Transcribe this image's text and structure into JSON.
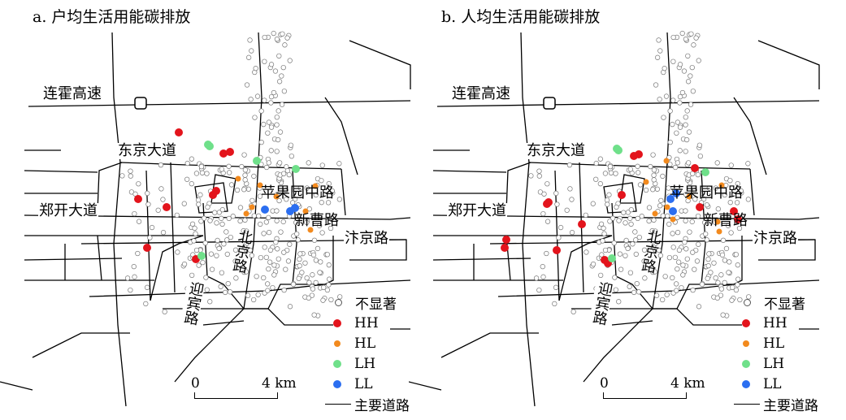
{
  "panels": [
    {
      "title": "a. 户均生活用能碳排放",
      "roads": {
        "lianhuo": "连霍高速",
        "dongjing": "东京大道",
        "zhengkai": "郑开大道",
        "pingguoyuan": "苹果园中路",
        "xincao": "新曹路",
        "bianjing": "汴京路",
        "beijing": "北京路",
        "yingbin": "迎宾路"
      }
    },
    {
      "title": "b. 人均生活用能碳排放",
      "roads": {
        "lianhuo": "连霍高速",
        "dongjing": "东京大道",
        "zhengkai": "郑开大道",
        "pingguoyuan": "苹果园中路",
        "xincao": "新曹路",
        "bianjing": "汴京路",
        "beijing": "北京路",
        "yingbin": "迎宾路"
      }
    }
  ],
  "legend": {
    "not_significant": "不显著",
    "hh": "HH",
    "hl": "HL",
    "lh": "LH",
    "ll": "LL",
    "main_road": "主要道路"
  },
  "scale_bar": {
    "start": "0",
    "end": "4 km"
  },
  "colors": {
    "HH": "#e3141c",
    "HL": "#f28a1e",
    "LH": "#6fe08a",
    "LL": "#2b6ef0",
    "not_significant": "#ffffff"
  }
}
